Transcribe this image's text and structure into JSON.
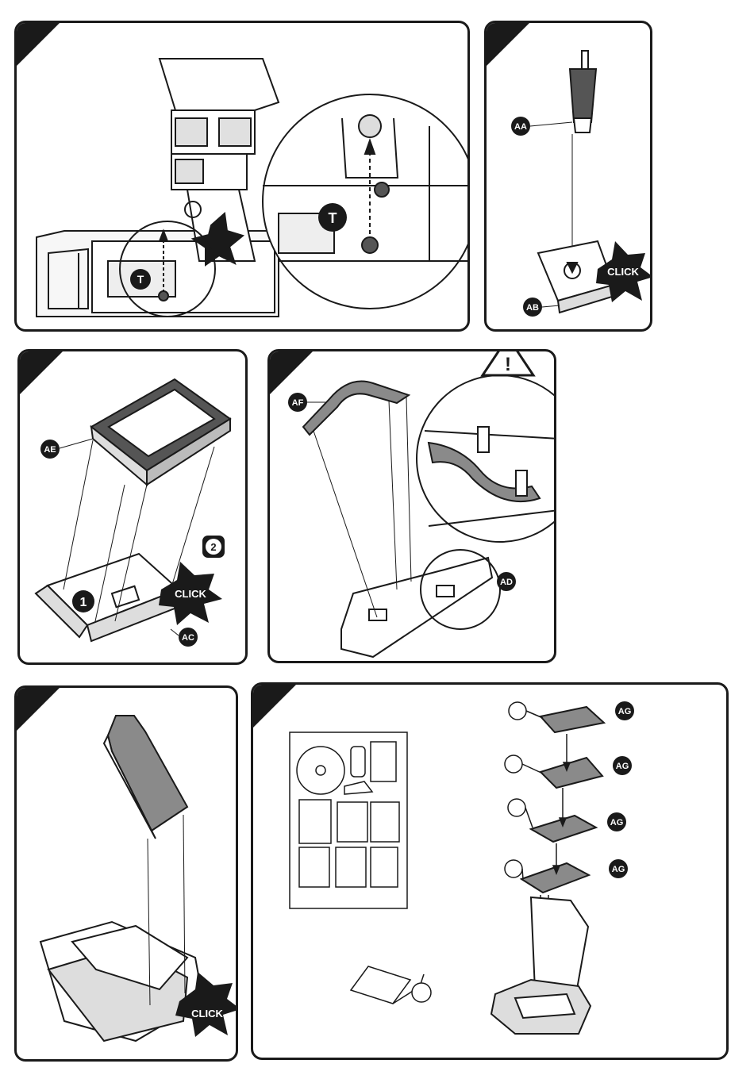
{
  "colors": {
    "ink": "#1a1a1a",
    "fill_gray": "#8a8a8a",
    "dark_gray": "#555555",
    "paper": "#ffffff"
  },
  "panel1": {
    "label_t_small": "T",
    "label_t_zoom": "T"
  },
  "panel2": {
    "label_aa": "AA",
    "label_ab": "AB",
    "click": "CLICK"
  },
  "panel3": {
    "label_ae": "AE",
    "label_ac": "AC",
    "step1": "1",
    "step2": "2",
    "click": "CLICK"
  },
  "panel4": {
    "label_af": "AF",
    "label_ad": "AD",
    "warning": "!"
  },
  "panel5": {
    "click": "CLICK"
  },
  "panel6": {
    "label_ag1": "AG",
    "label_ag2": "AG",
    "label_ag3": "AG",
    "label_ag4": "AG"
  }
}
